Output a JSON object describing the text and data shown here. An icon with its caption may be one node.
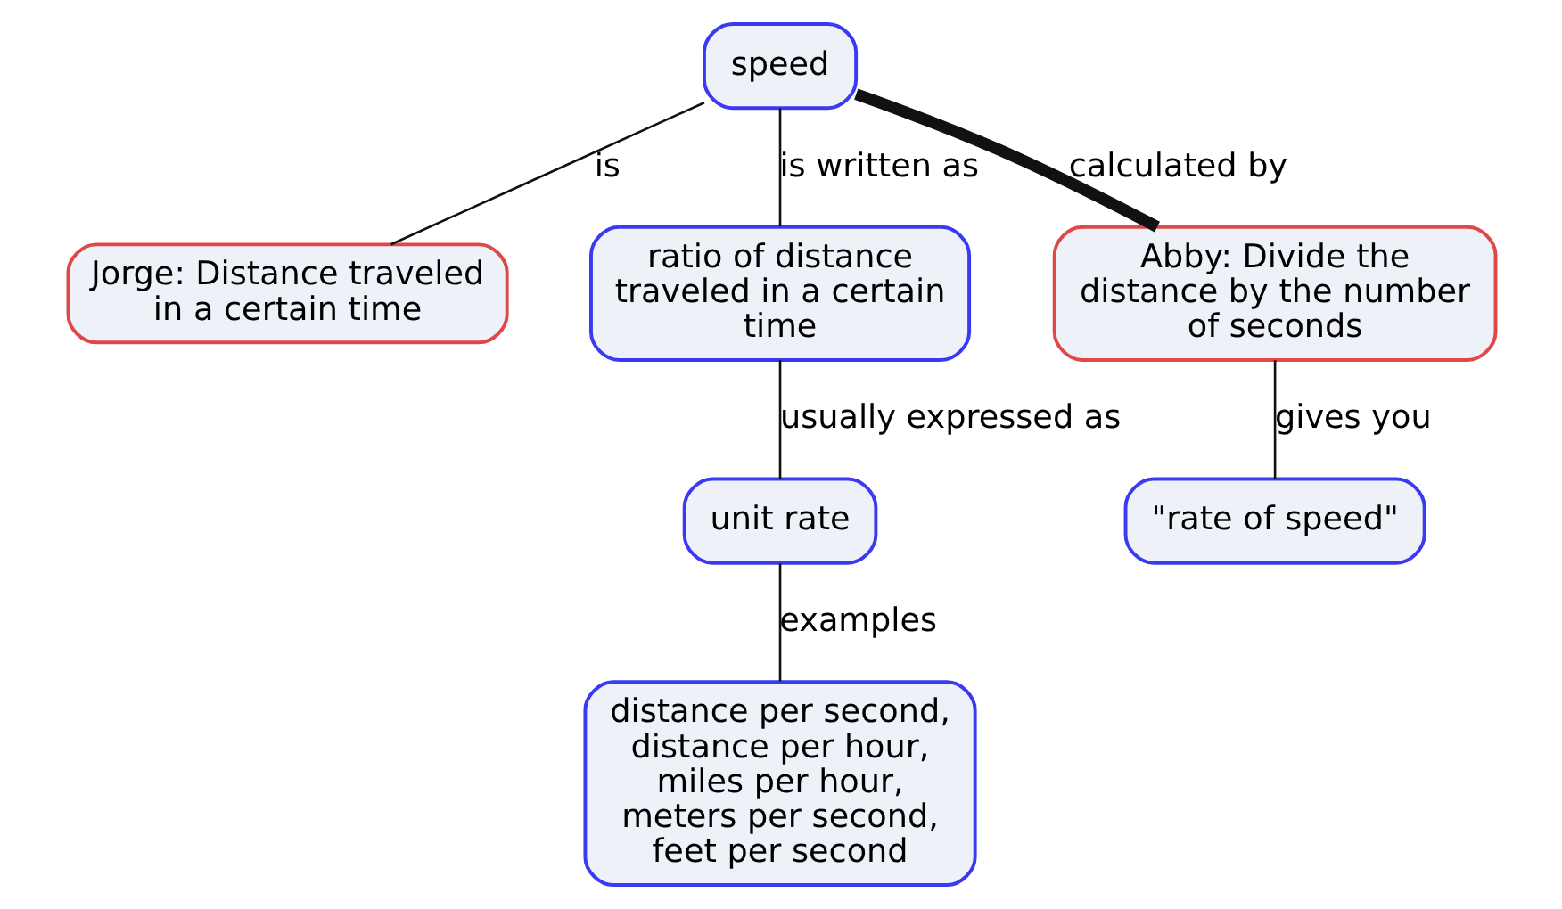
{
  "diagram": {
    "nodes": [
      {
        "text": [
          "speed"
        ]
      },
      {
        "text": [
          "Jorge: Distance traveled in a certain time"
        ]
      },
      {
        "text": [
          "ratio of distance traveled in a certain time"
        ]
      },
      {
        "text": [
          "Abby: Divide the distance by the number of seconds"
        ]
      },
      {
        "text": [
          "unit rate"
        ]
      },
      {
        "text": [
          "\"rate of speed\""
        ]
      },
      {
        "text": [
          "distance per second, distance per hour, miles per hour, meters per second, feet per second"
        ]
      }
    ],
    "edges": [
      {
        "from": 0,
        "to": 1,
        "arrow": "none",
        "label": "is"
      },
      {
        "from": 0,
        "to": 2,
        "arrow": "none",
        "label": "is written as"
      },
      {
        "from": 0,
        "to": 3,
        "arrow": "none",
        "label": "calculated by",
        "style": "thick"
      },
      {
        "from": 2,
        "to": 4,
        "arrow": "none",
        "label": "usually expressed as"
      },
      {
        "from": 3,
        "to": 5,
        "arrow": "none",
        "label": "gives you"
      },
      {
        "from": 4,
        "to": 6,
        "arrow": "none",
        "label": "examples"
      }
    ]
  }
}
